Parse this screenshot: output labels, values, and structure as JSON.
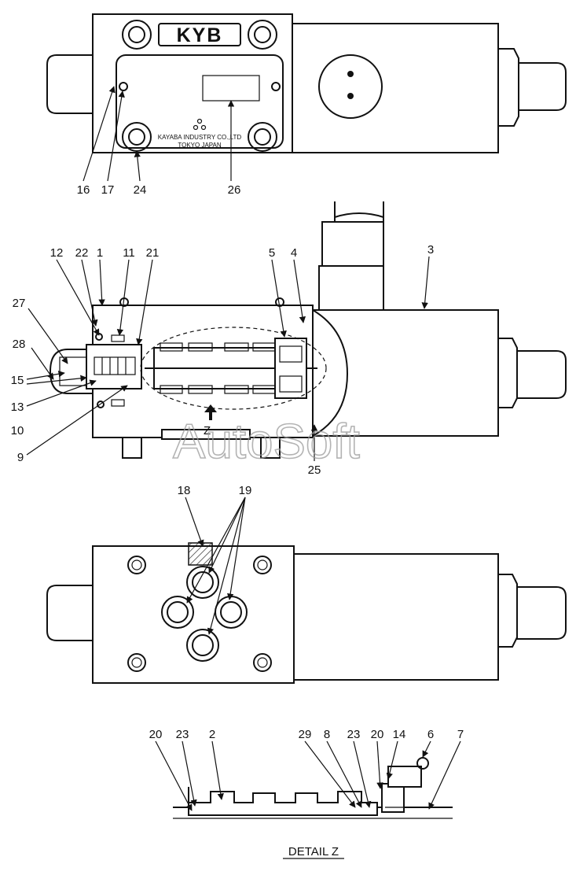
{
  "logo": {
    "brand": "KYB"
  },
  "nameplate": {
    "company": "KAYABA INDUSTRY CO.,LTD",
    "location": "TOKYO JAPAN"
  },
  "watermark": "AutoSoft",
  "detail_title": "DETAIL Z",
  "view_marker": "Z",
  "callouts": {
    "top": [
      "16",
      "17",
      "24",
      "26"
    ],
    "section": [
      "12",
      "22",
      "1",
      "11",
      "21",
      "5",
      "4",
      "3",
      "27",
      "28",
      "15",
      "13",
      "10",
      "9",
      "25"
    ],
    "bottom": [
      "18",
      "19"
    ],
    "detail": [
      "20",
      "23",
      "2",
      "29",
      "8",
      "23",
      "20",
      "14",
      "6",
      "7"
    ]
  }
}
